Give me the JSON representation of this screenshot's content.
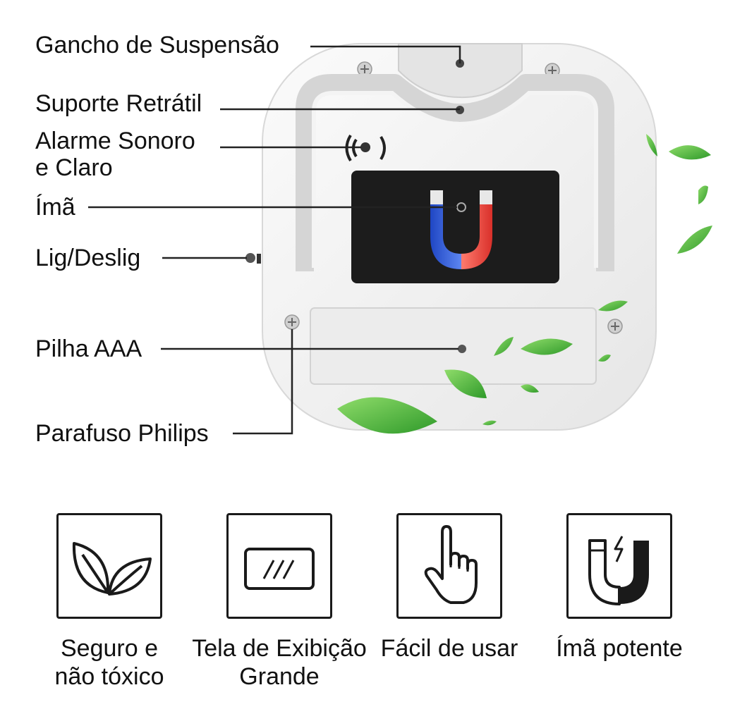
{
  "callouts": {
    "hook": "Gancho de Suspensão",
    "stand": "Suporte Retrátil",
    "alarm_line1": "Alarme Sonoro",
    "alarm_line2": "e Claro",
    "magnet": "Ímã",
    "power": "Lig/Deslig",
    "battery": "Pilha AAA",
    "screw": "Parafuso Philips"
  },
  "features": [
    {
      "line1": "Seguro e",
      "line2": "não tóxico",
      "icon": "leaves-icon"
    },
    {
      "line1": "Tela de Exibição",
      "line2": "Grande",
      "icon": "screen-icon"
    },
    {
      "line1": "Fácil de usar",
      "line2": "",
      "icon": "hand-pointer-icon"
    },
    {
      "line1": "Ímã potente",
      "line2": "",
      "icon": "magnet-icon"
    }
  ],
  "colors": {
    "leaf_green": "#4caf3a",
    "magnet_red": "#e8403a",
    "magnet_blue": "#2f5fd8",
    "panel_black": "#1c1c1c"
  }
}
